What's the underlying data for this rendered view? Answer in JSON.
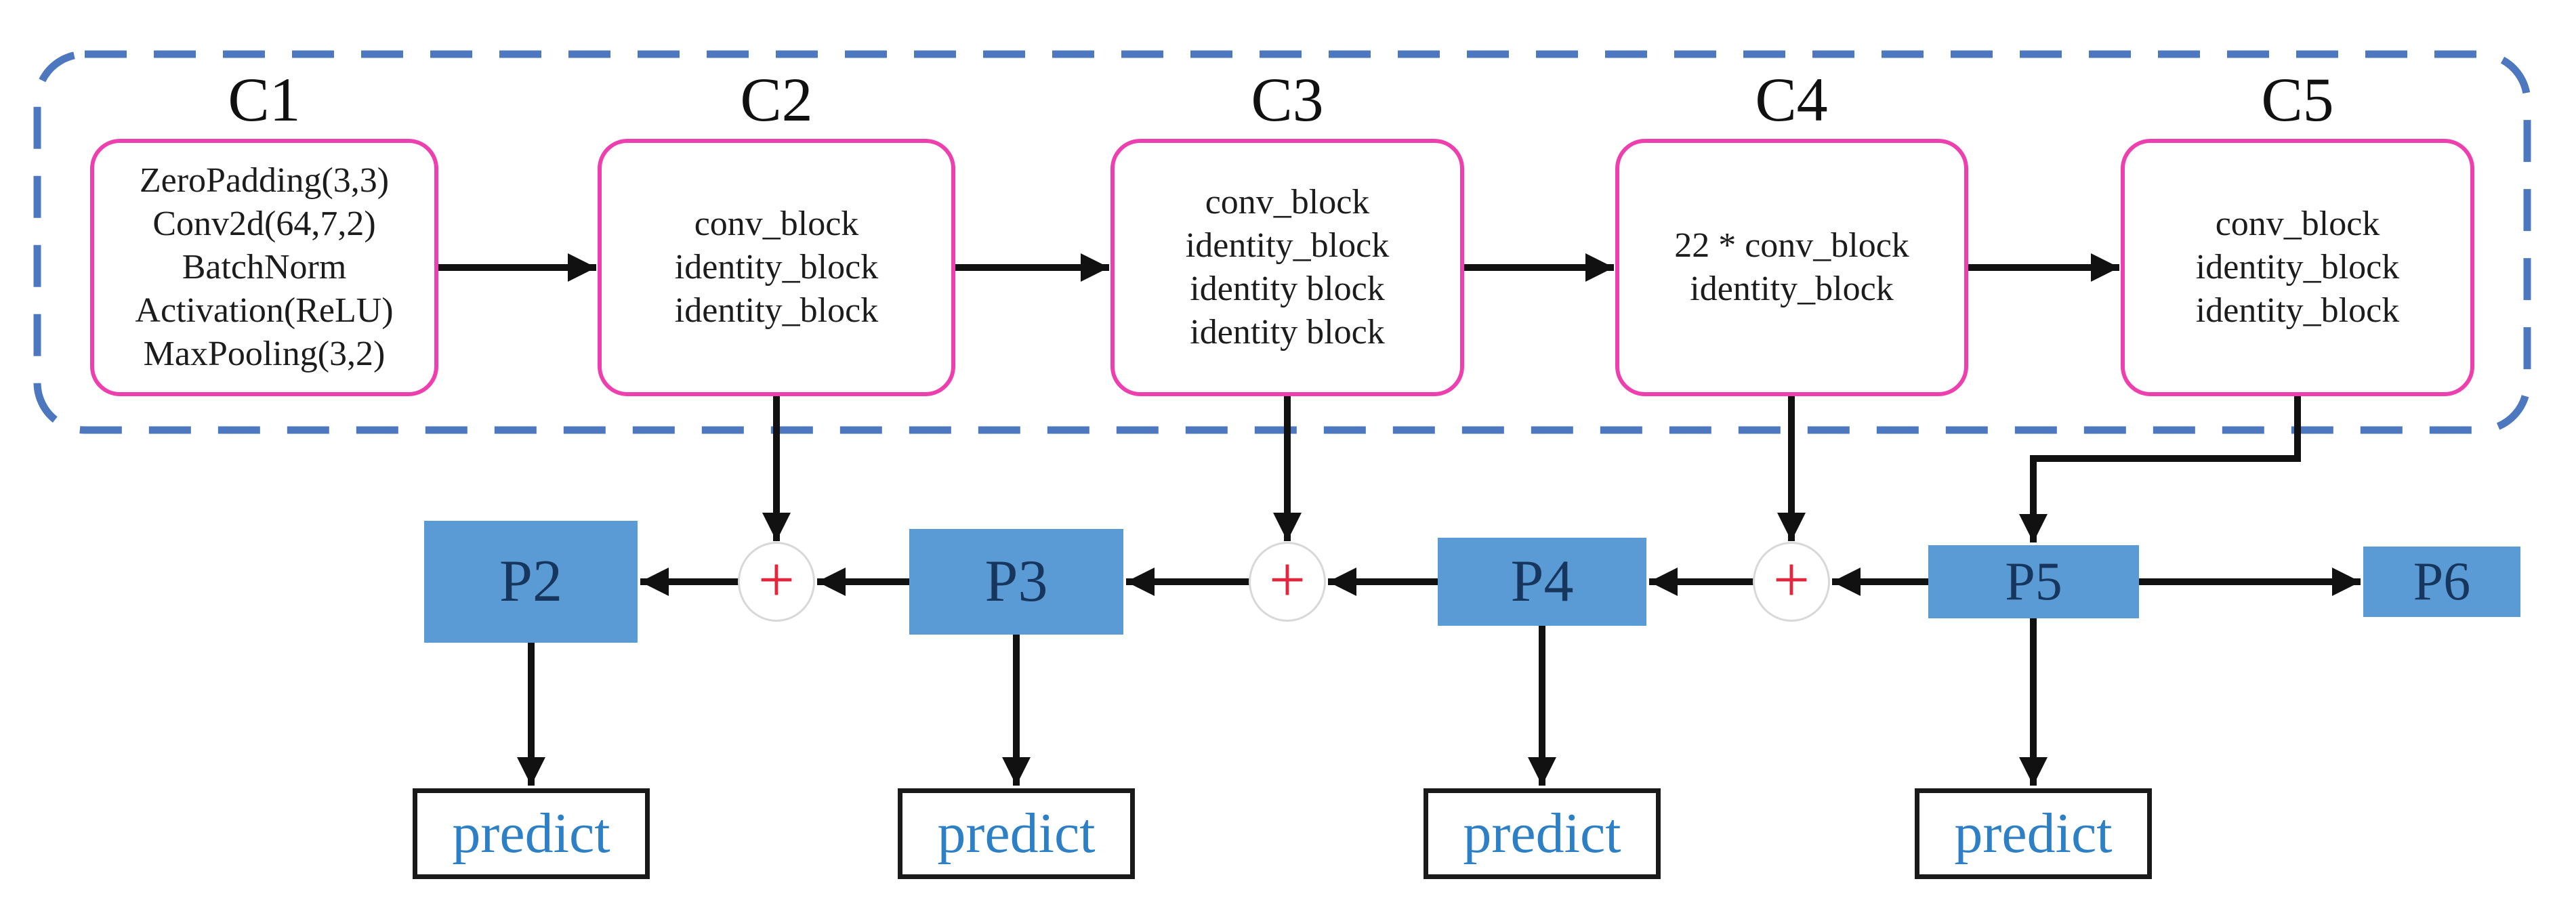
{
  "backbone": {
    "stages": [
      {
        "title": "C1",
        "lines": [
          "ZeroPadding(3,3)",
          "Conv2d(64,7,2)",
          "BatchNorm",
          "Activation(ReLU)",
          "MaxPooling(3,2)"
        ]
      },
      {
        "title": "C2",
        "lines": [
          "conv_block",
          "identity_block",
          "identity_block"
        ]
      },
      {
        "title": "C3",
        "lines": [
          "conv_block",
          "identity_block",
          "identity block",
          "identity block"
        ]
      },
      {
        "title": "C4",
        "lines": [
          "22 * conv_block",
          "identity_block"
        ]
      },
      {
        "title": "C5",
        "lines": [
          "conv_block",
          "identity_block",
          "identity_block"
        ]
      }
    ]
  },
  "pyramid": {
    "levels": [
      {
        "label": "P2"
      },
      {
        "label": "P3"
      },
      {
        "label": "P4"
      },
      {
        "label": "P5"
      },
      {
        "label": "P6"
      }
    ],
    "merge_symbol": "+",
    "predict_label": "predict"
  },
  "colors": {
    "dashed_container_border": "#4d78c0",
    "stage_border": "#ee3fae",
    "level_fill": "#5b9bd5",
    "level_text": "#17365d",
    "predict_text": "#2e80c6",
    "plus_symbol": "#e3263d",
    "arrow": "#111111"
  }
}
